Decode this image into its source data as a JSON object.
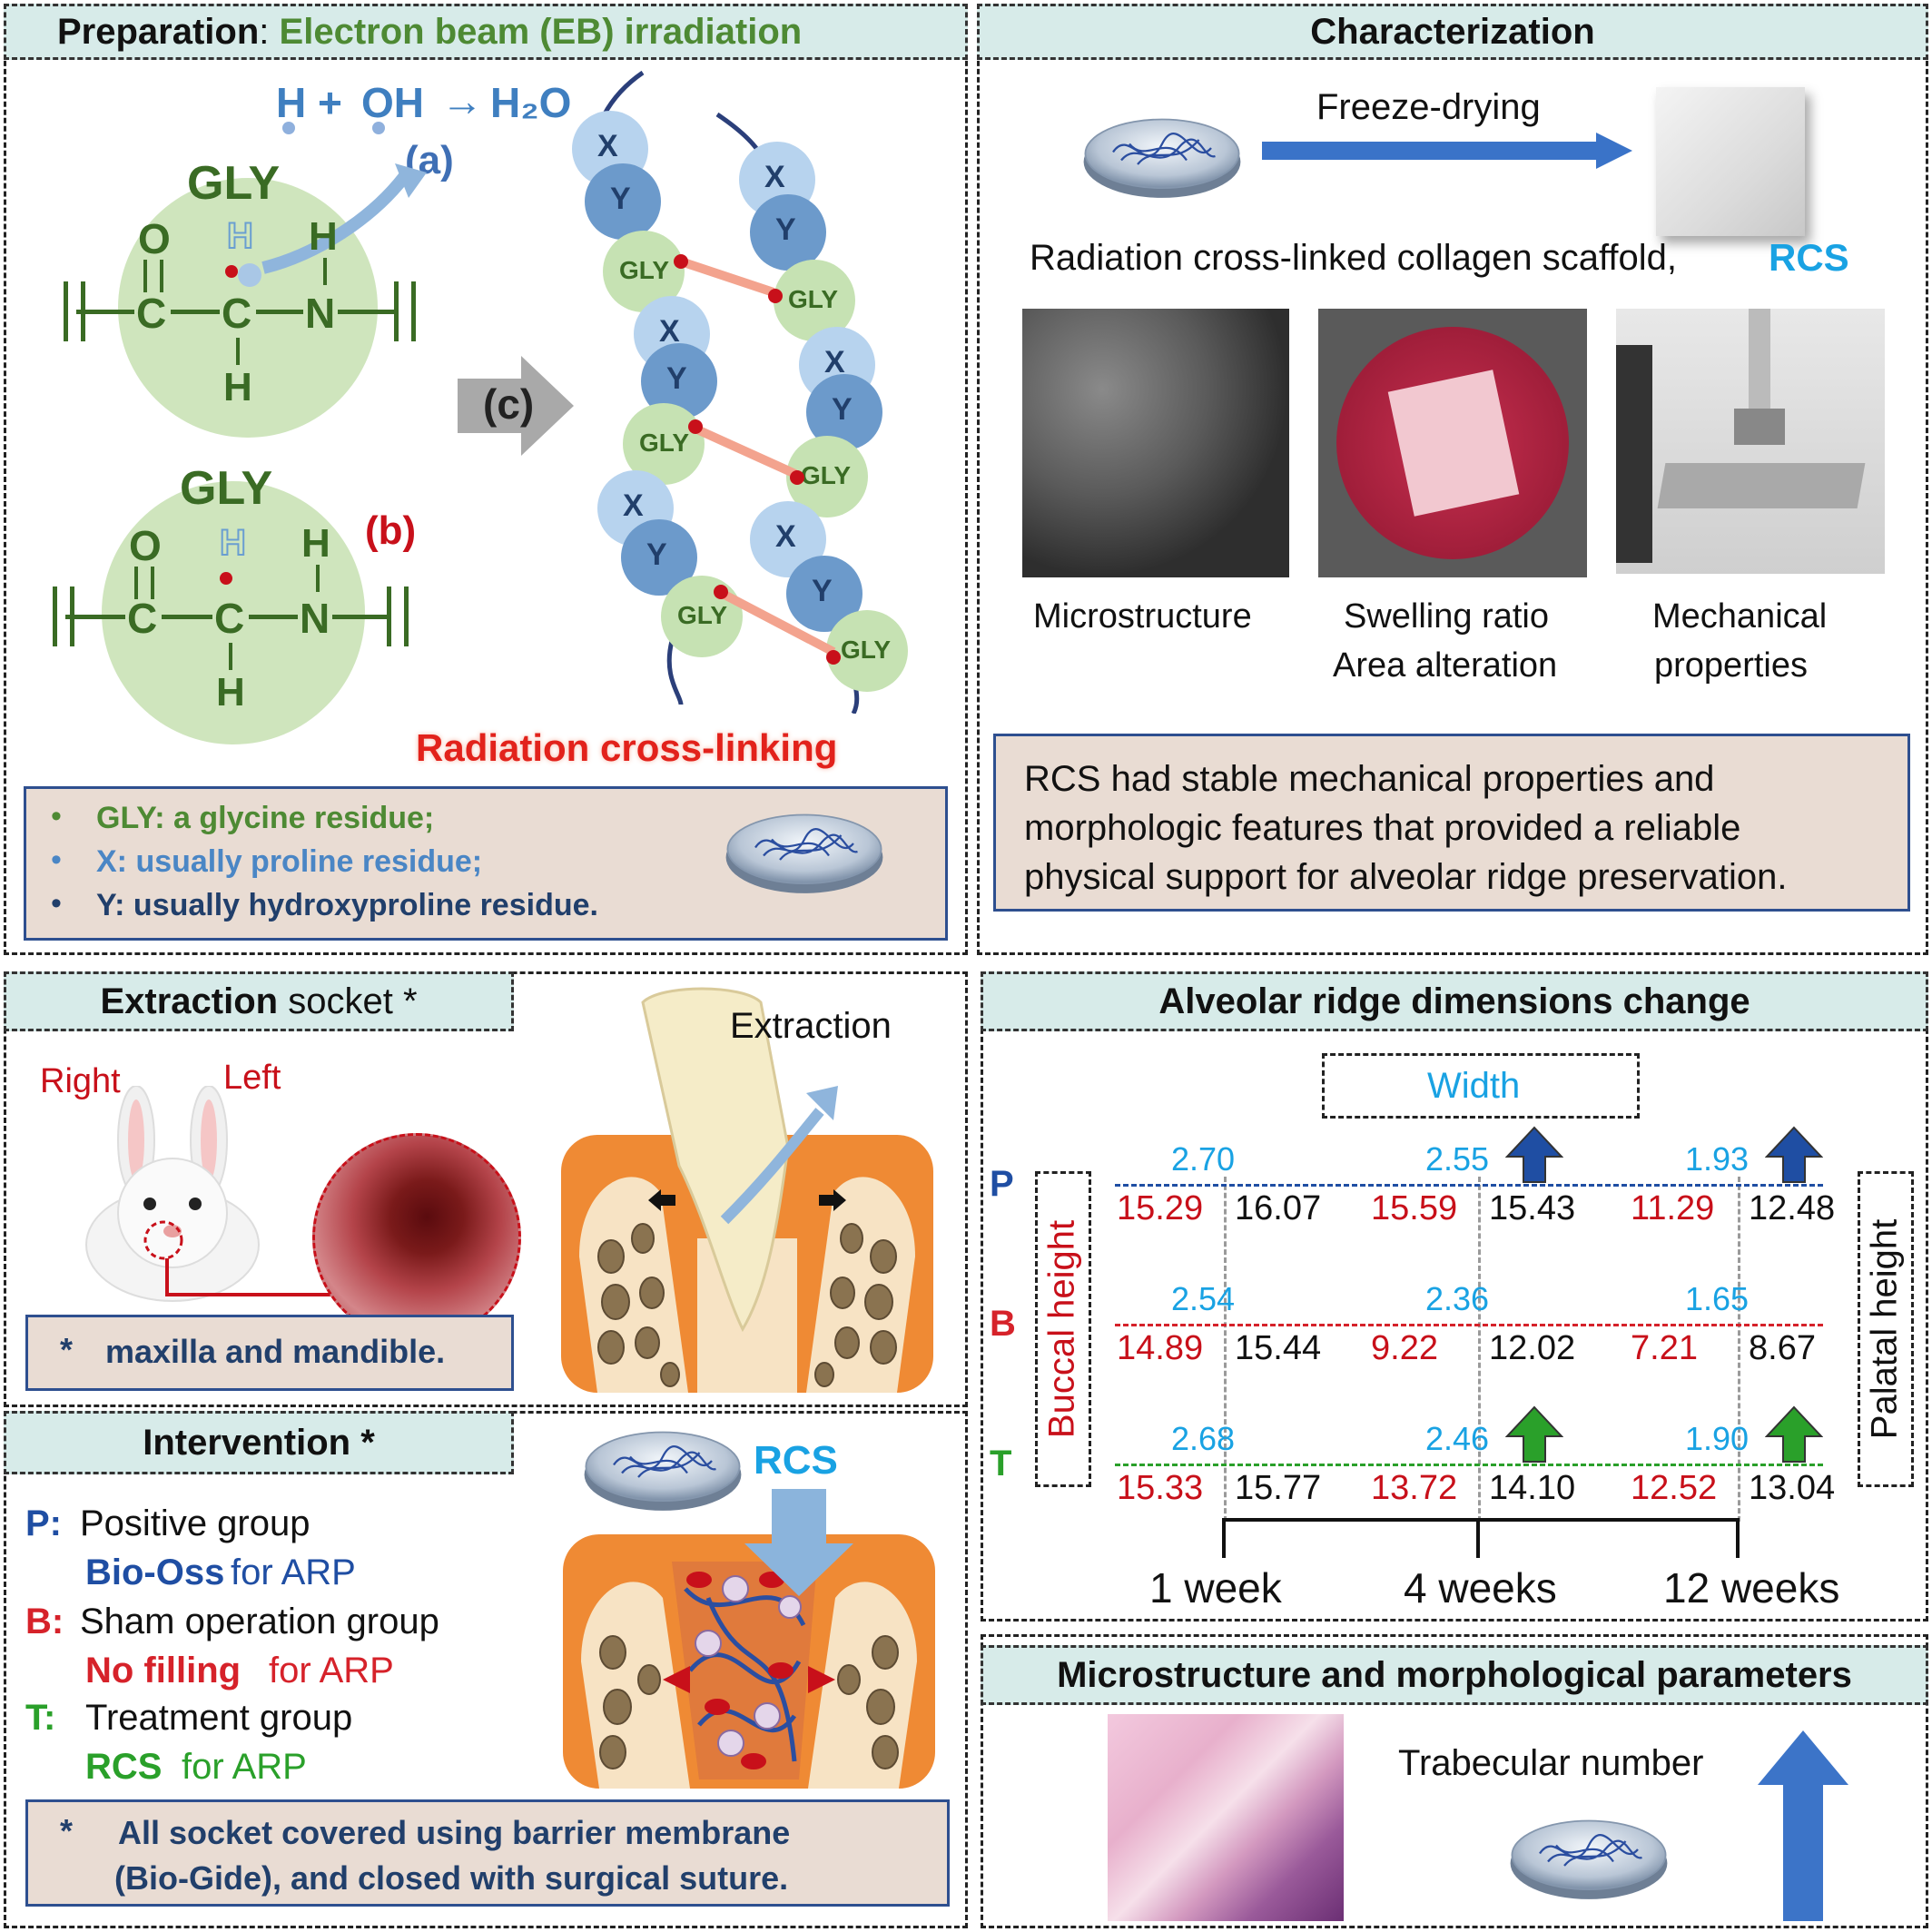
{
  "prep": {
    "title_bold": "Preparation",
    "title_colon": ":",
    "title_rest": "Electron beam (EB) irradiation",
    "reaction_h": "H",
    "reaction_plus": "+",
    "reaction_oh": "OH",
    "reaction_arrow": "→",
    "reaction_h2o": "H₂O",
    "label_a": "(a)",
    "label_b": "(b)",
    "label_c": "(c)",
    "gly": "GLY",
    "atom_o": "O",
    "atom_c": "C",
    "atom_n": "N",
    "atom_h": "H",
    "bead_x": "X",
    "bead_y": "Y",
    "crosslink_caption": "Radiation cross-linking",
    "legend": [
      "GLY: a glycine residue;",
      "X: usually proline residue;",
      "Y: usually hydroxyproline residue."
    ],
    "bullet": "•"
  },
  "char": {
    "title": "Characterization",
    "freeze": "Freeze-drying",
    "scaffold_text": "Radiation cross-linked collagen scaffold,",
    "scaffold_abbr": "RCS",
    "photo_labels": [
      "Microstructure",
      "Swelling ratio",
      "Area alteration",
      "Mechanical",
      "properties"
    ],
    "summary": [
      "RCS had stable mechanical properties and",
      "morphologic features that provided a reliable",
      "physical support for alveolar ridge preservation."
    ]
  },
  "extraction": {
    "title_bold": "Extraction",
    "title_rest": "socket *",
    "right": "Right",
    "left": "Left",
    "note_star": "*",
    "note": "maxilla and mandible.",
    "action": "Extraction"
  },
  "intervention": {
    "title": "Intervention *",
    "rcs": "RCS",
    "groups": [
      {
        "key": "P:",
        "name": "Positive group",
        "sub_bold": "Bio-Oss",
        "sub_rest": "for ARP",
        "color": "#1f4ea3"
      },
      {
        "key": "B:",
        "name": "Sham operation group",
        "sub_bold": "No filling",
        "sub_rest": "for ARP",
        "color": "#d6222a"
      },
      {
        "key": "T:",
        "name": "Treatment group",
        "sub_bold": "RCS",
        "sub_rest": "for ARP",
        "color": "#2aa02a"
      }
    ],
    "note_star": "*",
    "note": [
      "All socket covered using barrier membrane",
      "(Bio-Gide), and closed with surgical suture."
    ]
  },
  "ridge": {
    "title": "Alveolar ridge dimensions change",
    "width_label": "Width",
    "buccal_label": "Buccal height",
    "palatal_label": "Palatal height",
    "rows": [
      "P",
      "B",
      "T"
    ],
    "row_colors": [
      "#1f4ea3",
      "#d6222a",
      "#2aa02a"
    ],
    "timepoints": [
      "1 week",
      "4 weeks",
      "12 weeks"
    ],
    "width": [
      [
        "2.70",
        "2.55",
        "1.93"
      ],
      [
        "2.54",
        "2.36",
        "1.65"
      ],
      [
        "2.68",
        "2.46",
        "1.90"
      ]
    ],
    "buccal": [
      [
        "15.29",
        "15.59",
        "11.29"
      ],
      [
        "14.89",
        "9.22",
        "7.21"
      ],
      [
        "15.33",
        "13.72",
        "12.52"
      ]
    ],
    "palatal": [
      [
        "16.07",
        "15.43",
        "12.48"
      ],
      [
        "15.44",
        "12.02",
        "8.67"
      ],
      [
        "15.77",
        "14.10",
        "13.04"
      ]
    ]
  },
  "micro": {
    "title": "Microstructure and morphological parameters",
    "trabecular": "Trabecular number"
  }
}
